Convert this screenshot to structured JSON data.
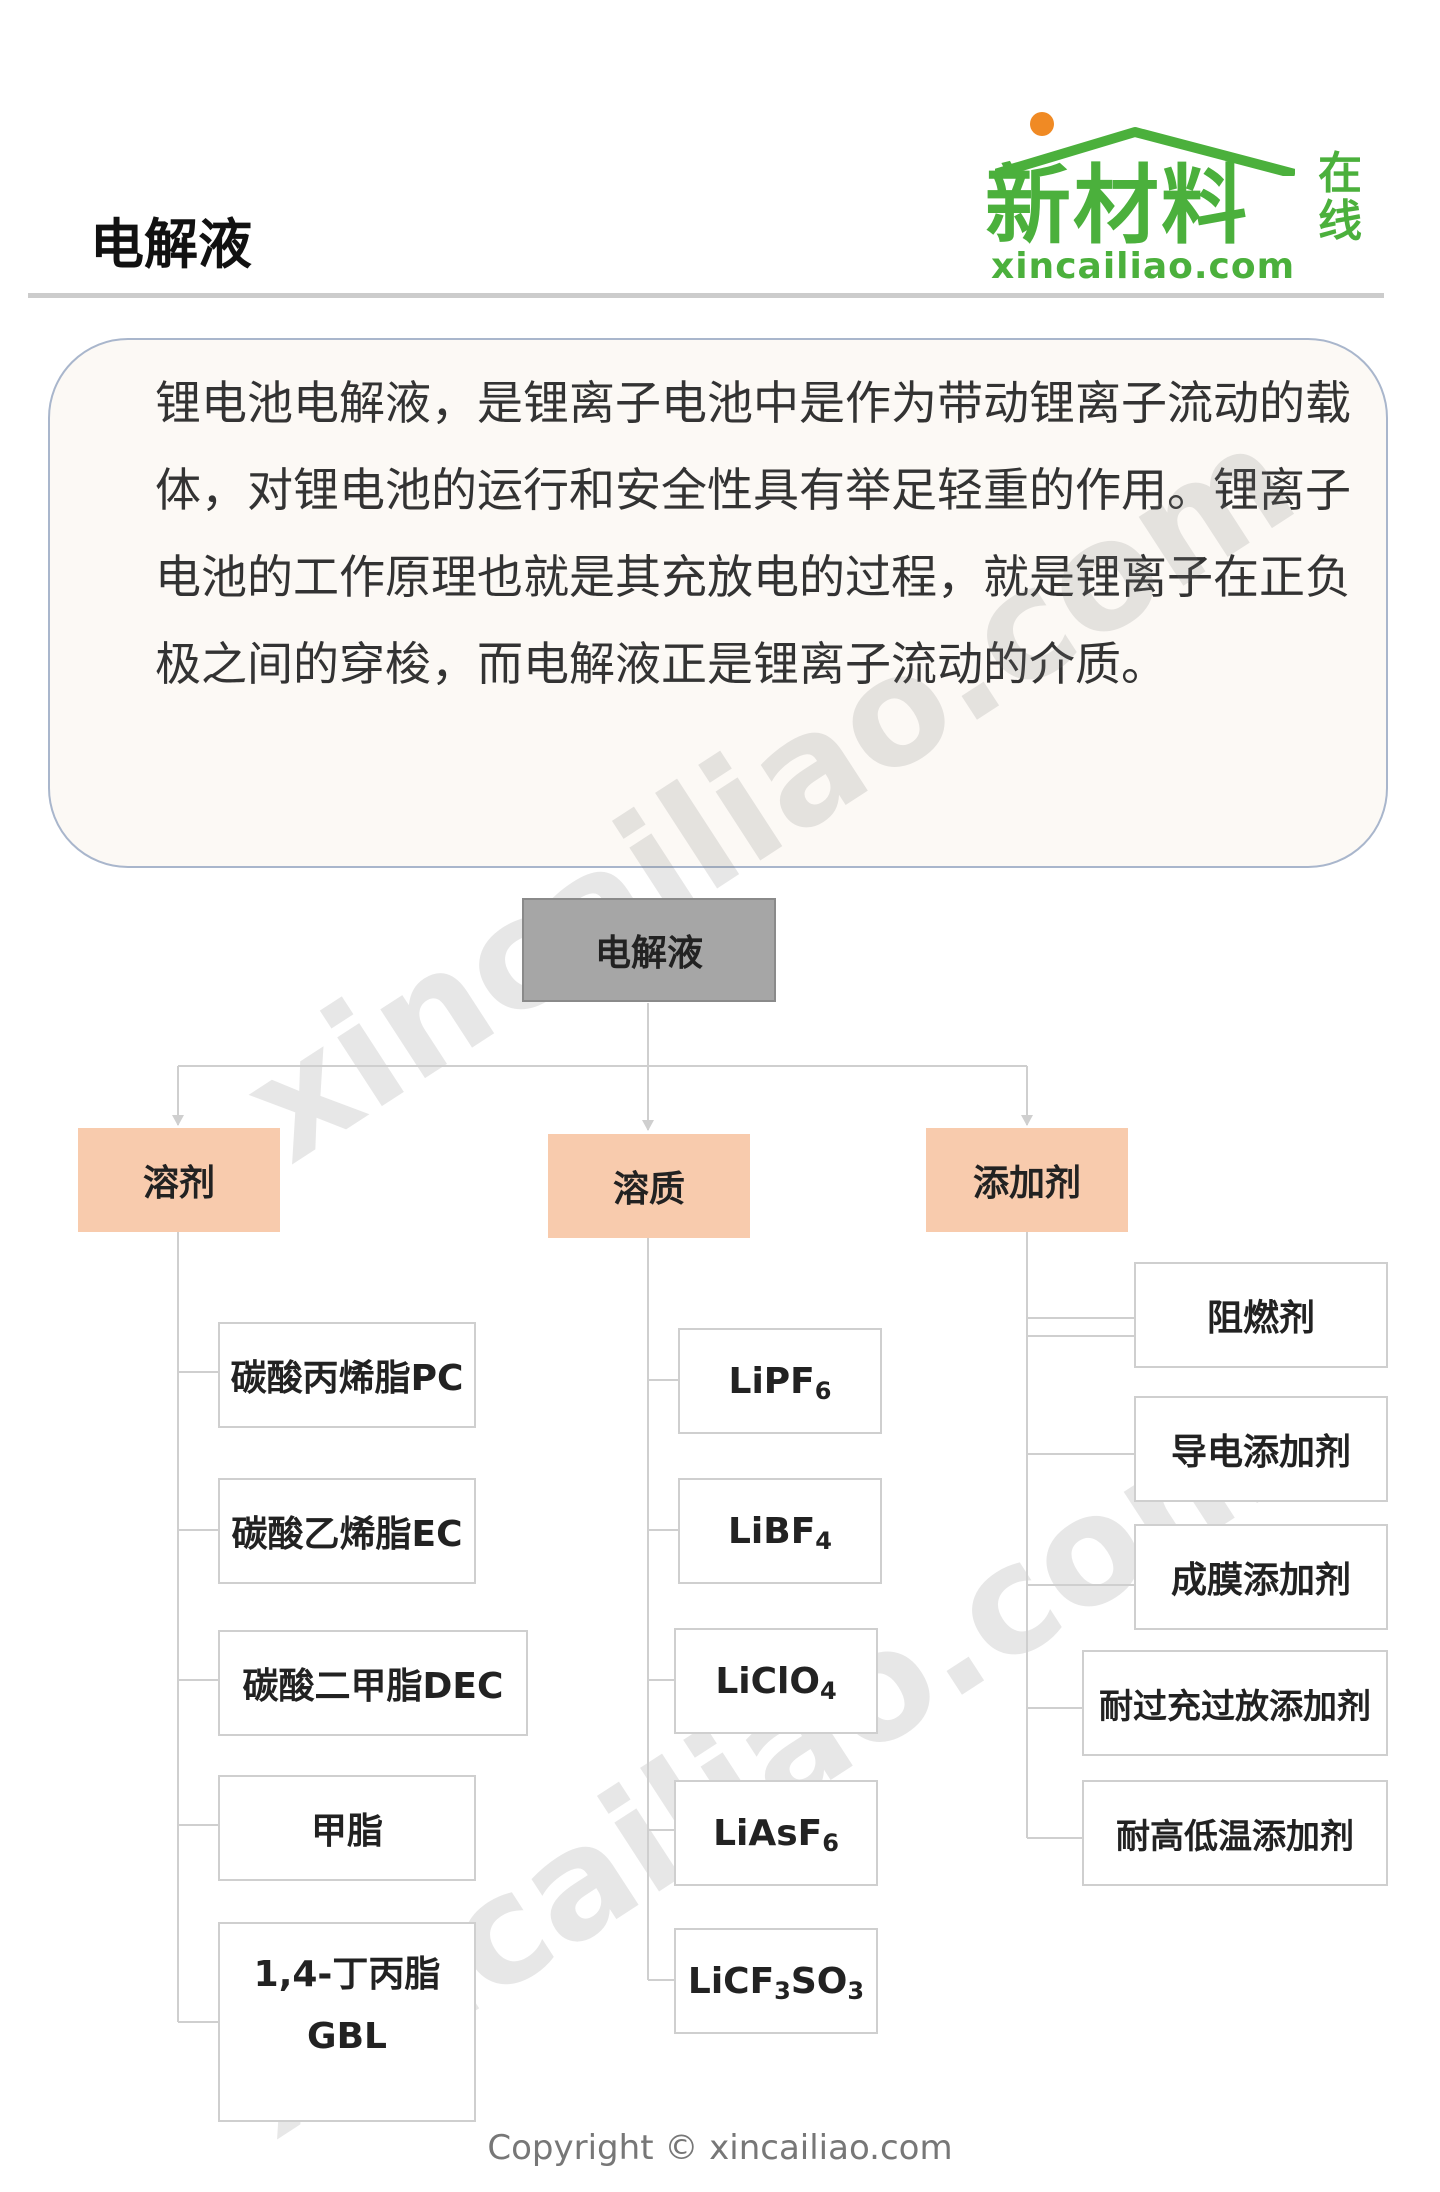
{
  "header": {
    "title": "电解液",
    "logo": {
      "main": "新材料",
      "side": "在线",
      "domain": "xincailiao.com"
    }
  },
  "intro": {
    "text": "锂电池电解液，是锂离子电池中是作为带动锂离子流动的载体，对锂电池的运行和安全性具有举足轻重的作用。锂离子电池的工作原理也就是其充放电的过程，就是锂离子在正负极之间的穿梭，而电解液正是锂离子流动的介质。"
  },
  "diagram": {
    "root": "电解液",
    "solvent": {
      "label": "溶剂",
      "items": [
        "碳酸丙烯脂PC",
        "碳酸乙烯脂EC",
        "碳酸二甲脂DEC",
        "甲脂",
        "1,4-丁丙脂",
        "GBL"
      ]
    },
    "solute": {
      "label": "溶质",
      "items": [
        {
          "base": "LiPF",
          "sub": "6",
          "tail": "",
          "sub2": ""
        },
        {
          "base": "LiBF",
          "sub": "4",
          "tail": "",
          "sub2": ""
        },
        {
          "base": "LiClO",
          "sub": "4",
          "tail": "",
          "sub2": ""
        },
        {
          "base": "LiAsF",
          "sub": "6",
          "tail": "",
          "sub2": ""
        },
        {
          "base": "LiCF",
          "sub": "3",
          "tail": "SO",
          "sub2": "3"
        }
      ]
    },
    "additive": {
      "label": "添加剂",
      "items": [
        "阻燃剂",
        "导电添加剂",
        "成膜添加剂",
        "耐过充过放添加剂",
        "耐高低温添加剂"
      ]
    }
  },
  "watermark": [
    "xincailiao.com",
    "xincailiao.com"
  ],
  "footer": {
    "copyright": "Copyright © xincailiao.com"
  },
  "colors": {
    "brand": "#4bb03c",
    "accent_dot": "#f08a24",
    "category_fill": "#f8cbad",
    "root_fill": "#a6a6a6",
    "connector": "#cfcfcf"
  }
}
